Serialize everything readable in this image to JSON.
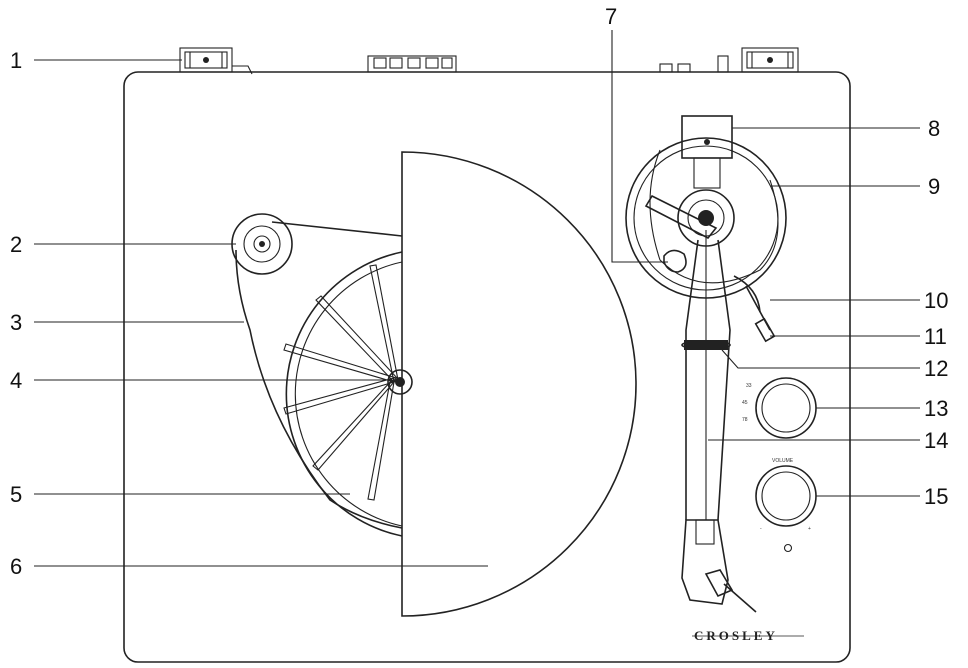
{
  "diagram": {
    "brand_logo": "CROSLEY",
    "volume_label": "VOLUME",
    "speed_labels": [
      "33",
      "45",
      "78"
    ],
    "volume_minus": "-",
    "volume_plus": "+",
    "callouts": [
      "1",
      "2",
      "3",
      "4",
      "5",
      "6",
      "7",
      "8",
      "9",
      "10",
      "11",
      "12",
      "13",
      "14",
      "15"
    ]
  }
}
